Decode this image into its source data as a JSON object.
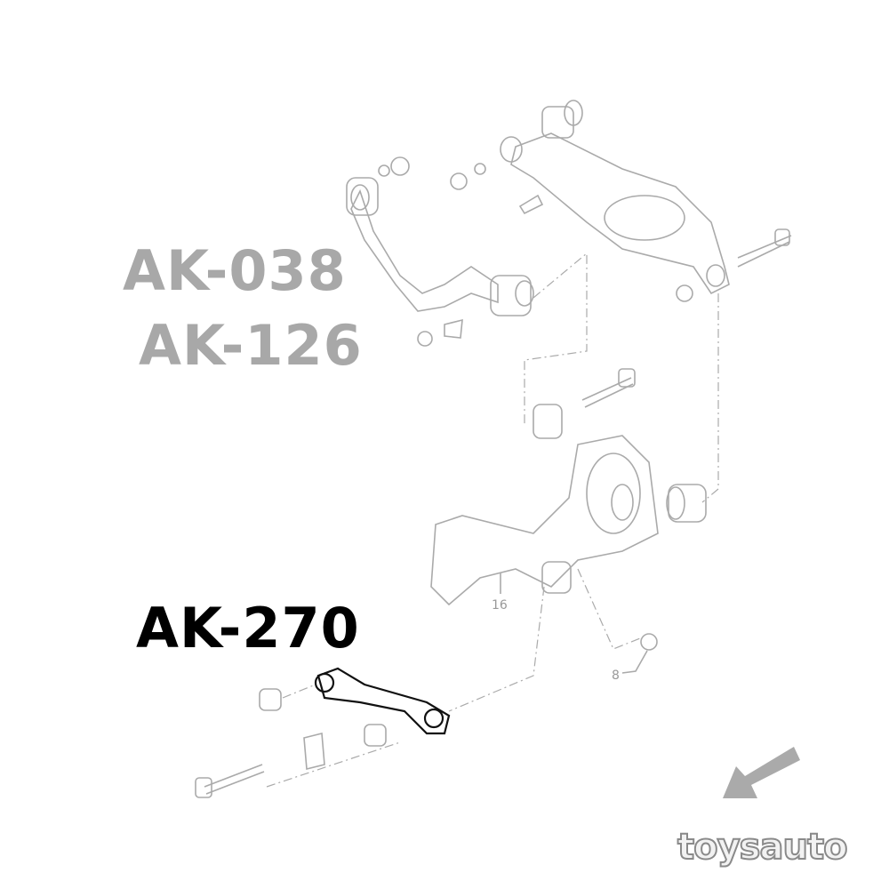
{
  "labels": {
    "upper_parts": "AK-038",
    "upper_parts_2": "AK-126",
    "highlighted_part": "AK-270"
  },
  "callouts": {
    "knuckle": "16",
    "nut": "8"
  },
  "logo": "toysauto",
  "colors": {
    "faded_label": "#a8a8a8",
    "highlight_label": "#000000",
    "arrow": "#aaaaaa"
  }
}
